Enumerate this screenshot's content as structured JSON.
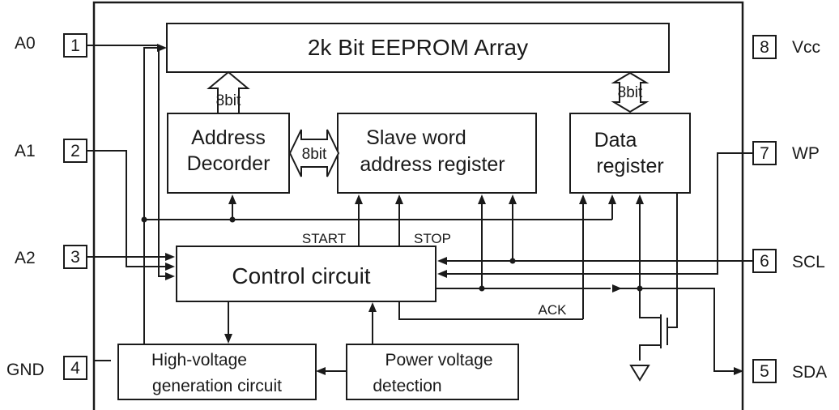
{
  "blocks": {
    "eeprom": "2k Bit EEPROM Array",
    "addr_dec_1": "Address",
    "addr_dec_2": "Decorder",
    "slave_1": "Slave word",
    "slave_2": "address register",
    "data_reg_1": "Data",
    "data_reg_2": "register",
    "control": "Control circuit",
    "hv_1": "High-voltage",
    "hv_2": "generation circuit",
    "pvd_1": "Power voltage",
    "pvd_2": "detection"
  },
  "bus_labels": {
    "addr_to_array": "8bit",
    "dec_slave": "8bit",
    "data_array": "8bit"
  },
  "signals": {
    "start": "START",
    "stop": "STOP",
    "ack": "ACK"
  },
  "pins": {
    "a0": {
      "name": "A0",
      "num": "1"
    },
    "a1": {
      "name": "A1",
      "num": "2"
    },
    "a2": {
      "name": "A2",
      "num": "3"
    },
    "gnd": {
      "name": "GND",
      "num": "4"
    },
    "vcc": {
      "name": "Vcc",
      "num": "8"
    },
    "wp": {
      "name": "WP",
      "num": "7"
    },
    "scl": {
      "name": "SCL",
      "num": "6"
    },
    "sda": {
      "name": "SDA",
      "num": "5"
    }
  }
}
